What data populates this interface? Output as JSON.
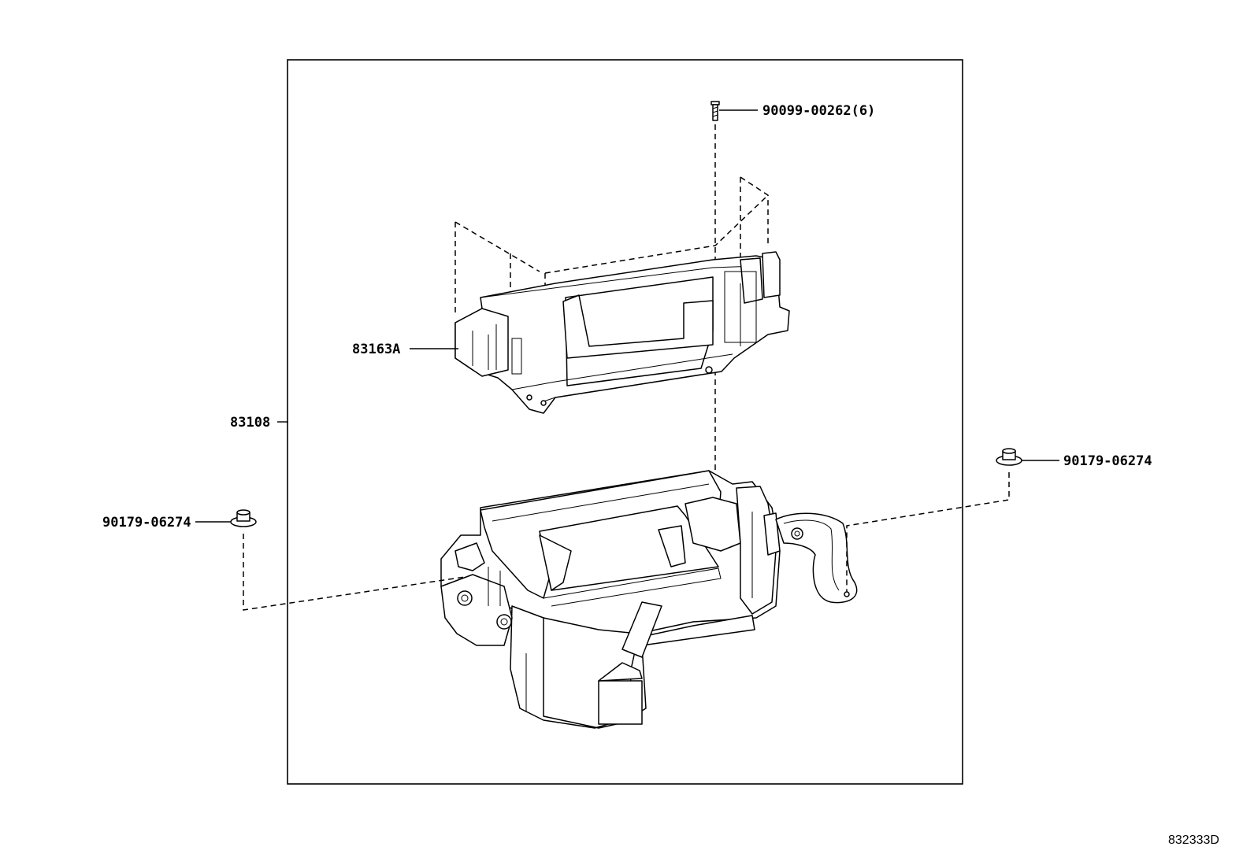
{
  "callouts": {
    "screw": "90099-00262(6)",
    "upper_case": "83163A",
    "assembly": "83108",
    "nut_left": "90179-06274",
    "nut_right": "90179-06274"
  },
  "drawing_id": "832333D",
  "colors": {
    "line": "#000000",
    "background": "#ffffff"
  }
}
